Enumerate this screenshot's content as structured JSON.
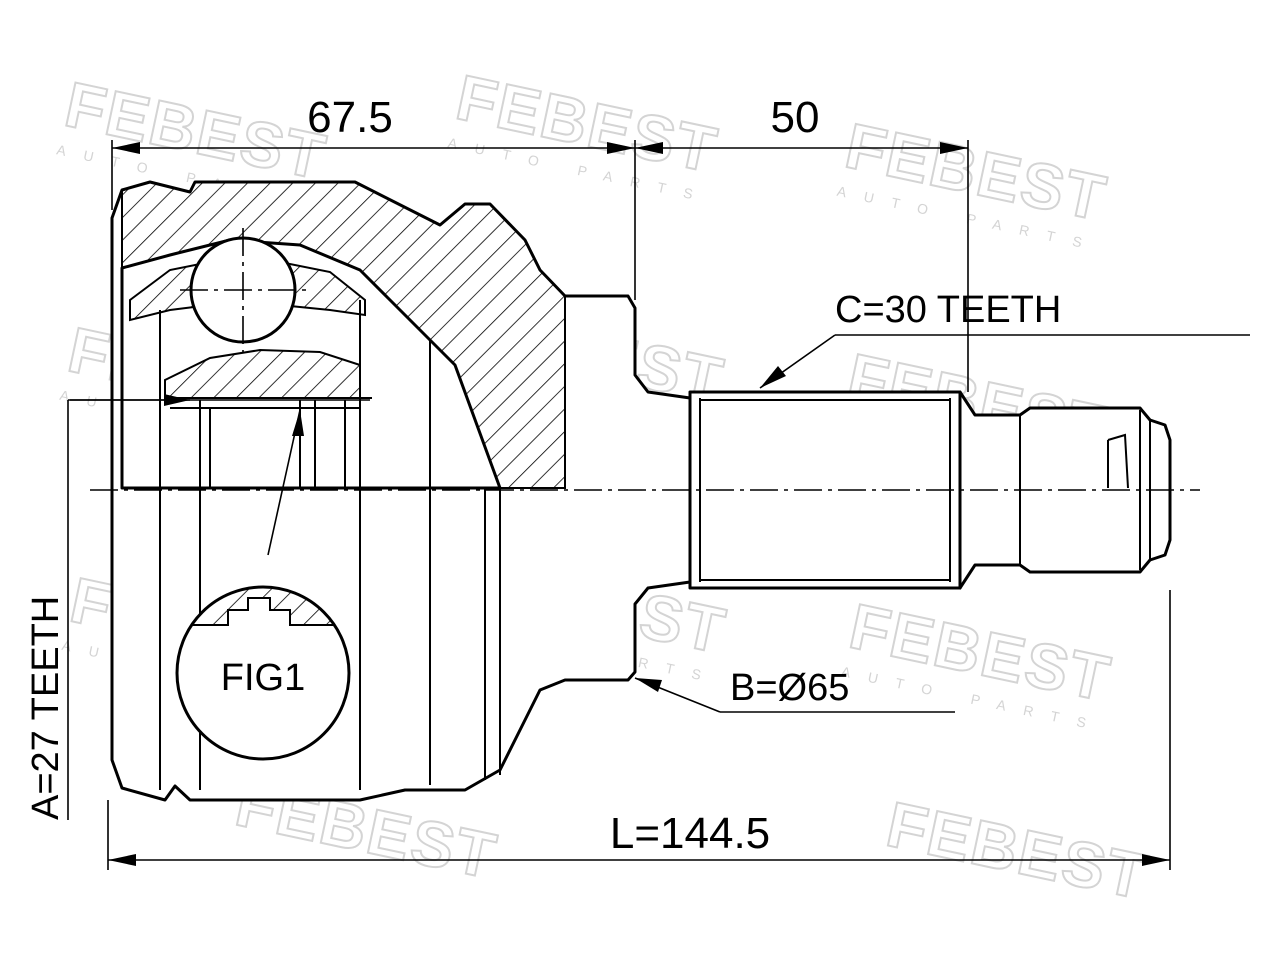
{
  "dimensions": {
    "length_a": "67.5",
    "length_b": "50",
    "total_length": "L=144.5",
    "outer_spline": "C=30 TEETH",
    "diameter": "B=Ø65",
    "inner_spline": "A=27 TEETH"
  },
  "detail_label": "FIG1",
  "watermark": {
    "brand": "FEBEST",
    "tagline": "AUTO PARTS"
  }
}
